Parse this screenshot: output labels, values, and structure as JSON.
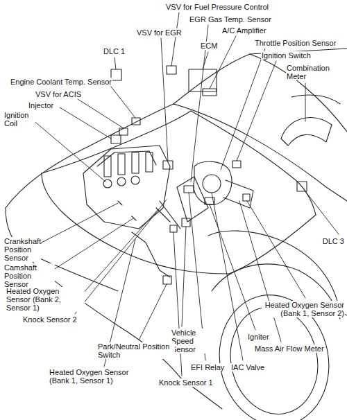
{
  "diagram": {
    "labels": [
      "VSV for Fuel Pressure Control",
      "EGR Gas Temp. Sensor",
      "A/C Amplifier",
      "VSV for EGR",
      "Throttle Position Sensor",
      "ECM",
      "Ignition Switch",
      "DLC 1",
      "Combination Meter",
      "Engine Coolant Temp. Sensor",
      "VSV for ACIS",
      "Injector",
      "Ignition Coil",
      "Crankshaft Position Sensor",
      "Camshaft Position Sensor",
      "DLC 3",
      "Heated Oxygen Sensor (Bank 2, Sensor 1)",
      "Heated Oxygen Sensor (Bank 1, Sensor 2)",
      "Knock Sensor 2",
      "Vehicle Speed Sensor",
      "Igniter",
      "Park/Neutral Position Switch",
      "Mass Air Flow Meter",
      "Heated Oxygen Sensor (Bank 1, Sensor 1)",
      "EFI Relay",
      "IAC Valve",
      "Knock Sensor 1"
    ]
  }
}
